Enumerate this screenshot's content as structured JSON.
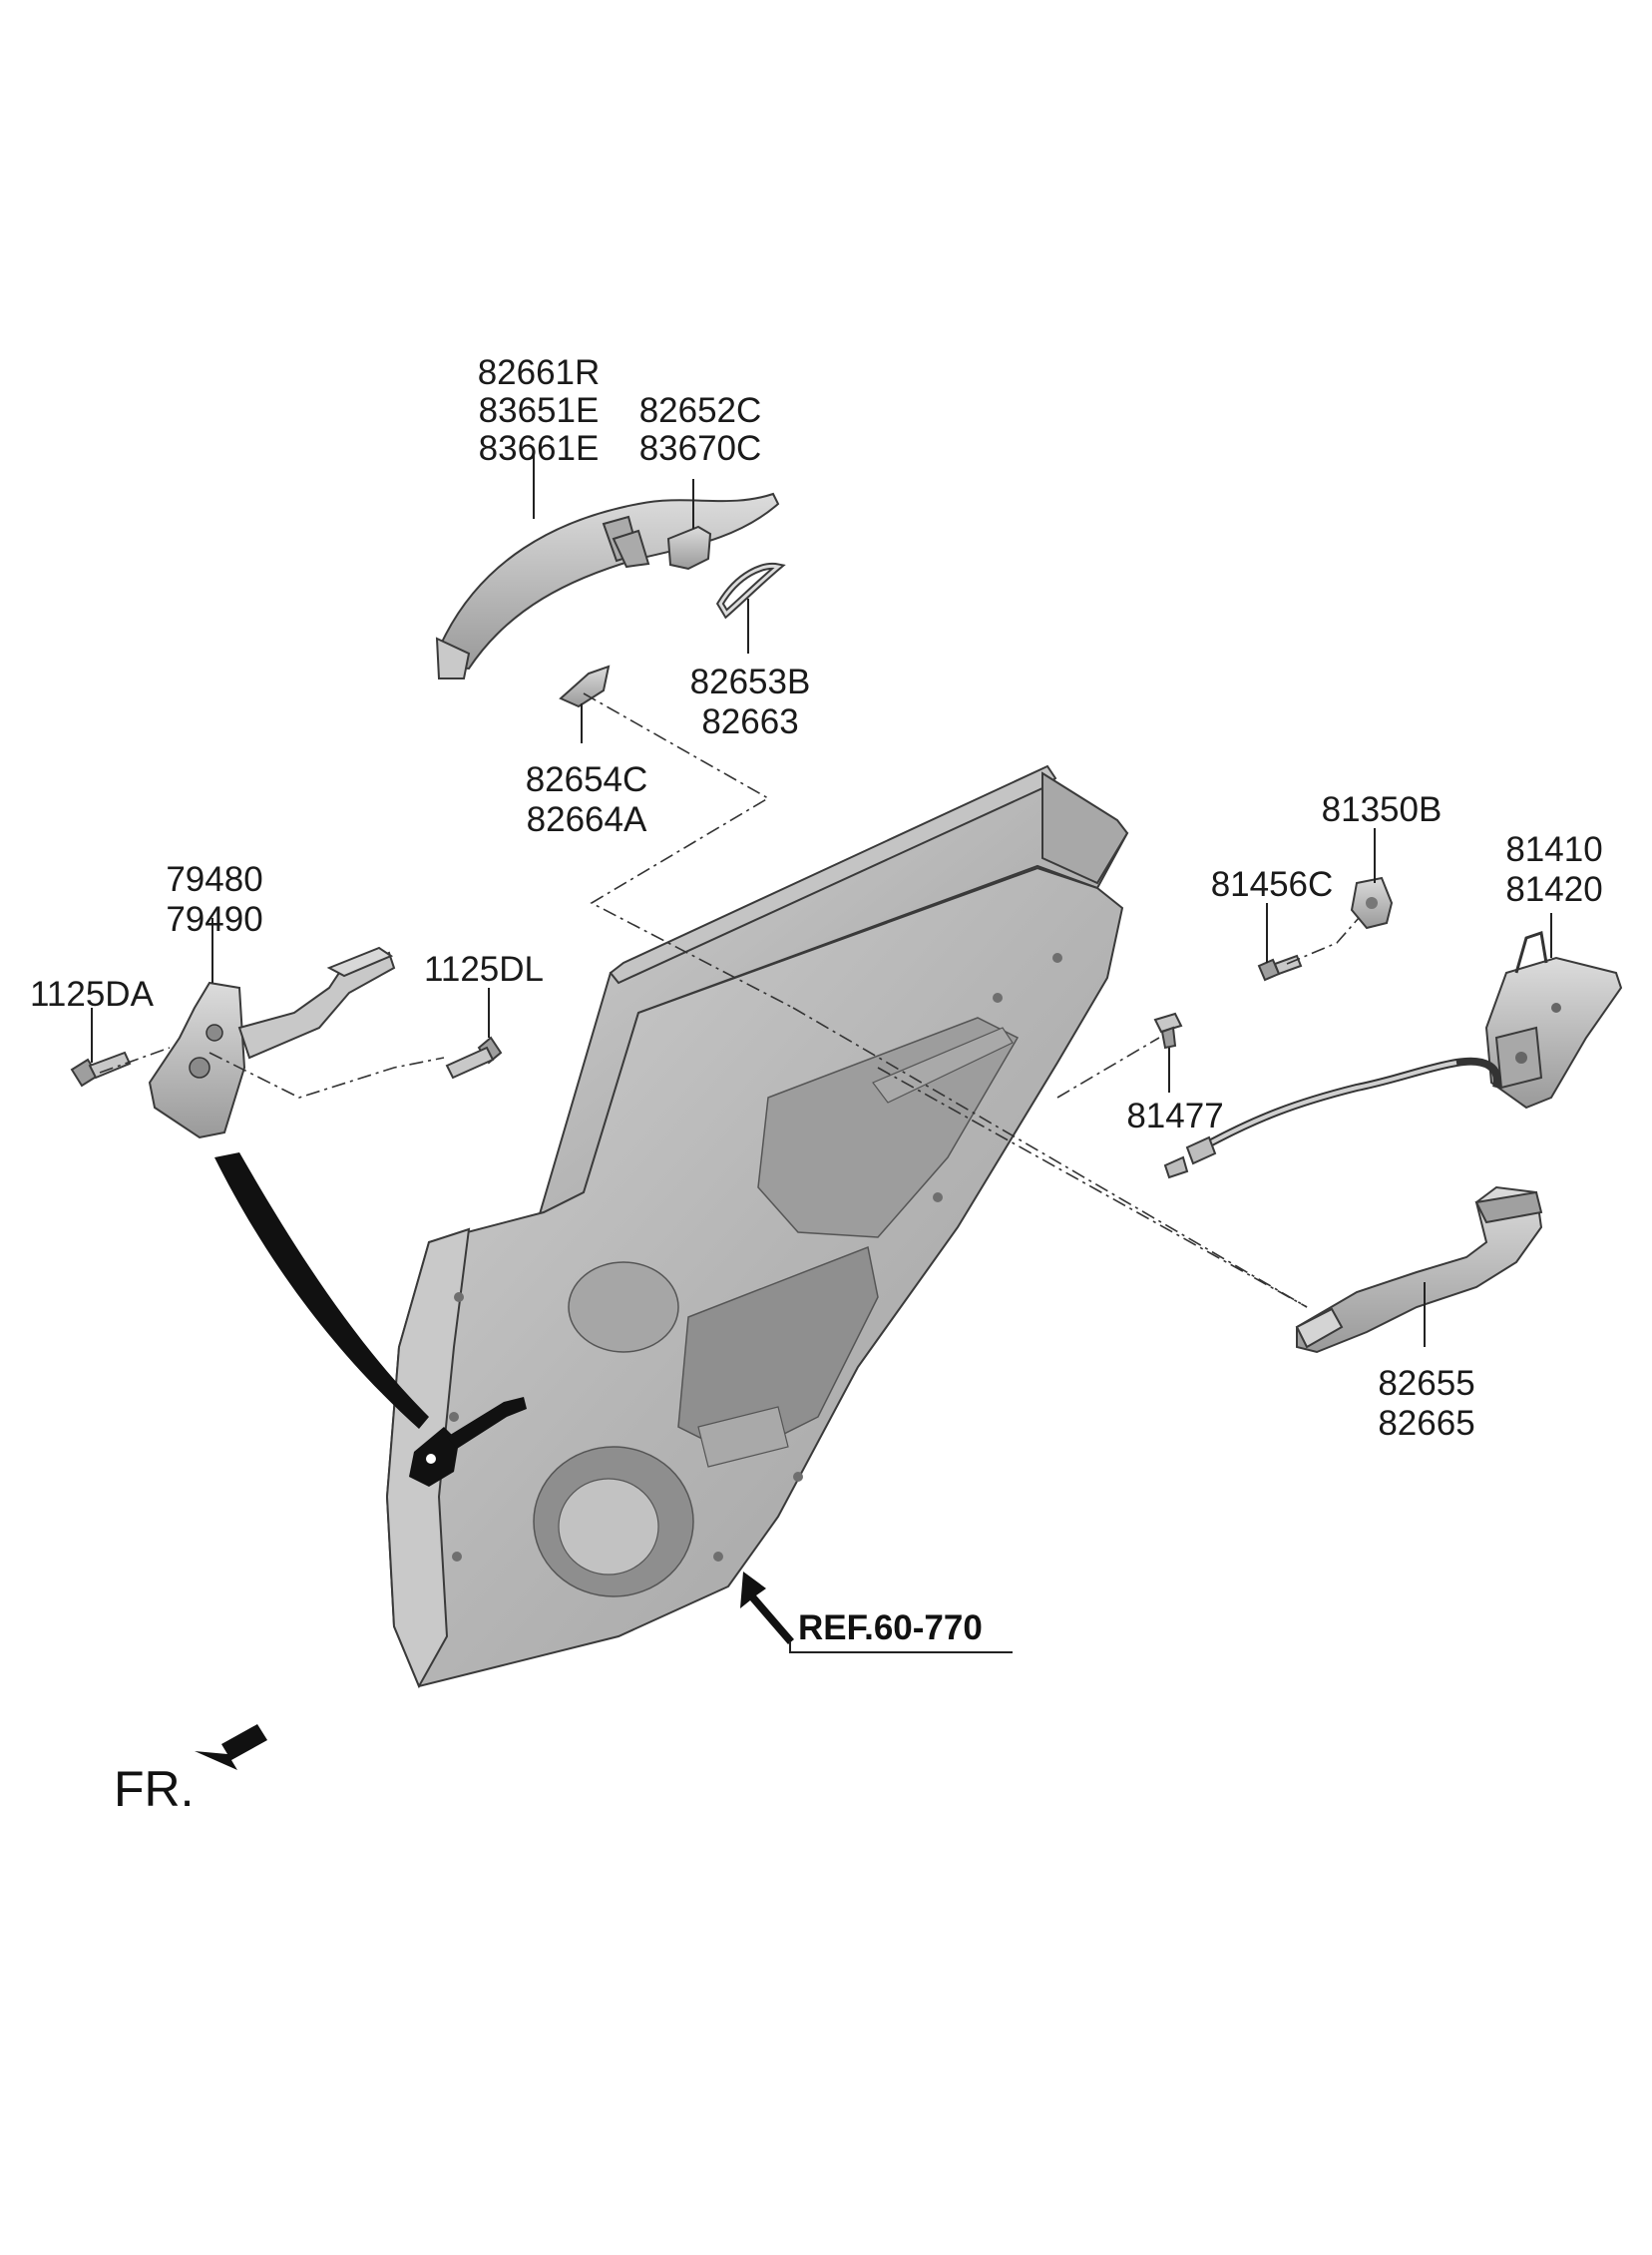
{
  "labels": {
    "handle_group": [
      "82661R",
      "83651E",
      "83661E"
    ],
    "cap_group": [
      "82652C",
      "83670C"
    ],
    "gasket_group": [
      "82653B",
      "82663"
    ],
    "pad_group": [
      "82654C",
      "82664A"
    ],
    "checker_group": [
      "79480",
      "79490"
    ],
    "bolt_left": "1125DA",
    "bolt_right": "1125DL",
    "striker_group": "81350B",
    "screw_group": "81456C",
    "latch_group": [
      "81410",
      "81420"
    ],
    "clip_group": "81477",
    "inner_handle_group": [
      "82655",
      "82665"
    ]
  },
  "reference": "REF.60-770",
  "front_marker": "FR.",
  "colors": {
    "part_fill": "#b7b7b7",
    "part_light": "#d4d4d4",
    "part_dark": "#8c8c8c",
    "line": "#222222",
    "black_part": "#111111"
  },
  "icons": {
    "front_arrow": "arrow-down-left-icon",
    "reference_arrow": "arrow-up-left-icon"
  }
}
